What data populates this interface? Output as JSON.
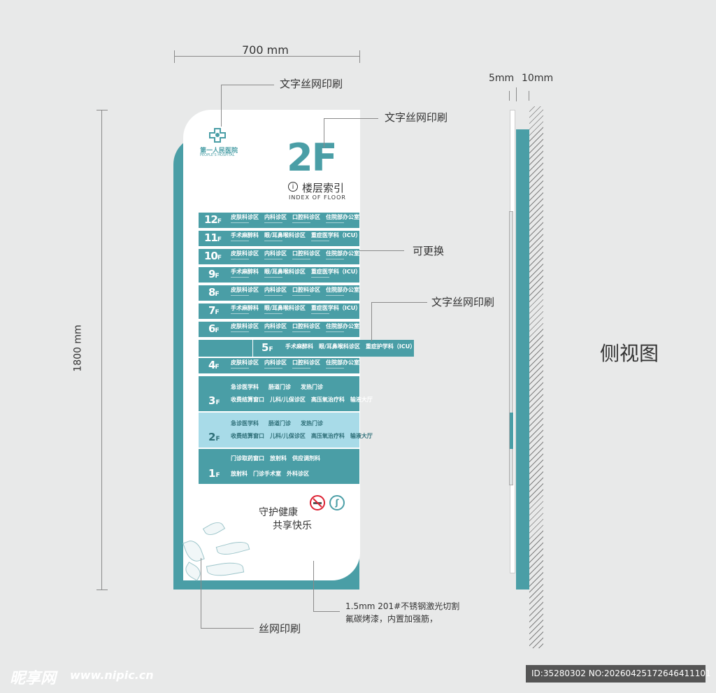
{
  "dimensions": {
    "width": "700 mm",
    "height": "1800 mm",
    "thickness_a": "5mm",
    "thickness_b": "10mm"
  },
  "annotations": {
    "screen_print_top": "文字丝网印刷",
    "screen_print_mid": "文字丝网印刷",
    "screen_print_right": "文字丝网印刷",
    "replaceable": "可更换",
    "screen_print_bottom": "丝网印刷",
    "material_line1": "1.5mm  201#不锈钢激光切割",
    "material_line2": "氟碳烤漆，内置加强筋，",
    "side_view": "侧视图"
  },
  "sign": {
    "hospital_name": "第一人民医院",
    "hospital_en": "PEOPLE'S HOSPITAL",
    "floor_main": "2F",
    "index_title": "楼层索引",
    "index_en": "INDEX OF FLOOR",
    "slogan1": "守护健康",
    "slogan2": "共享快乐",
    "floors": [
      {
        "num": "12",
        "unit": "F",
        "items": [
          "皮肤科诊区",
          "内科诊区",
          "口腔科诊区",
          "住院部办公室"
        ]
      },
      {
        "num": "11",
        "unit": "F",
        "items": [
          "手术麻醉科",
          "眼/耳鼻喉科诊区",
          "重症医学科（ICU）"
        ]
      },
      {
        "num": "10",
        "unit": "F",
        "items": [
          "皮肤科诊区",
          "内科诊区",
          "口腔科诊区",
          "住院部办公室"
        ]
      },
      {
        "num": "9",
        "unit": "F",
        "items": [
          "手术麻醉科",
          "眼/耳鼻喉科诊区",
          "重症医学科（ICU）"
        ]
      },
      {
        "num": "8",
        "unit": "F",
        "items": [
          "皮肤科诊区",
          "内科诊区",
          "口腔科诊区",
          "住院部办公室"
        ]
      },
      {
        "num": "7",
        "unit": "F",
        "items": [
          "手术麻醉科",
          "眼/耳鼻喉科诊区",
          "重症医学科（ICU）"
        ]
      },
      {
        "num": "6",
        "unit": "F",
        "items": [
          "皮肤科诊区",
          "内科诊区",
          "口腔科诊区",
          "住院部办公室"
        ]
      },
      {
        "num": "5",
        "unit": "F",
        "items": [
          "手术麻醉科",
          "眼/耳鼻喉科诊区",
          "重症护学科（ICU）"
        ]
      },
      {
        "num": "4",
        "unit": "F",
        "items": [
          "皮肤科诊区",
          "内科诊区",
          "口腔科诊区",
          "住院部办公室"
        ]
      }
    ],
    "floor3": {
      "num": "3",
      "unit": "F",
      "line1": [
        "急诊医学科",
        "肠道门诊",
        "发热门诊"
      ],
      "line2": [
        "收费结算窗口",
        "儿科/儿保诊区",
        "高压氧治疗科",
        "输液大厅"
      ]
    },
    "floor2": {
      "num": "2",
      "unit": "F",
      "line1": [
        "急诊医学科",
        "肠道门诊",
        "发热门诊"
      ],
      "line2": [
        "收费结算窗口",
        "儿科/儿保诊区",
        "高压氧治疗科",
        "输液大厅"
      ]
    },
    "floor1": {
      "num": "1",
      "unit": "F",
      "line1": [
        "门诊取药窗口",
        "放射科",
        "供应调剂科"
      ],
      "line2": [
        "放射科",
        "门诊手术室",
        "外科诊区"
      ]
    }
  },
  "watermark": {
    "brand": "昵享网",
    "url": "www.nipic.cn",
    "id": "ID:35280302 NO:20260425172646411101"
  },
  "colors": {
    "teal": "#4a9ea6",
    "light_teal": "#a8dbe8",
    "background": "#e8e9e9"
  }
}
